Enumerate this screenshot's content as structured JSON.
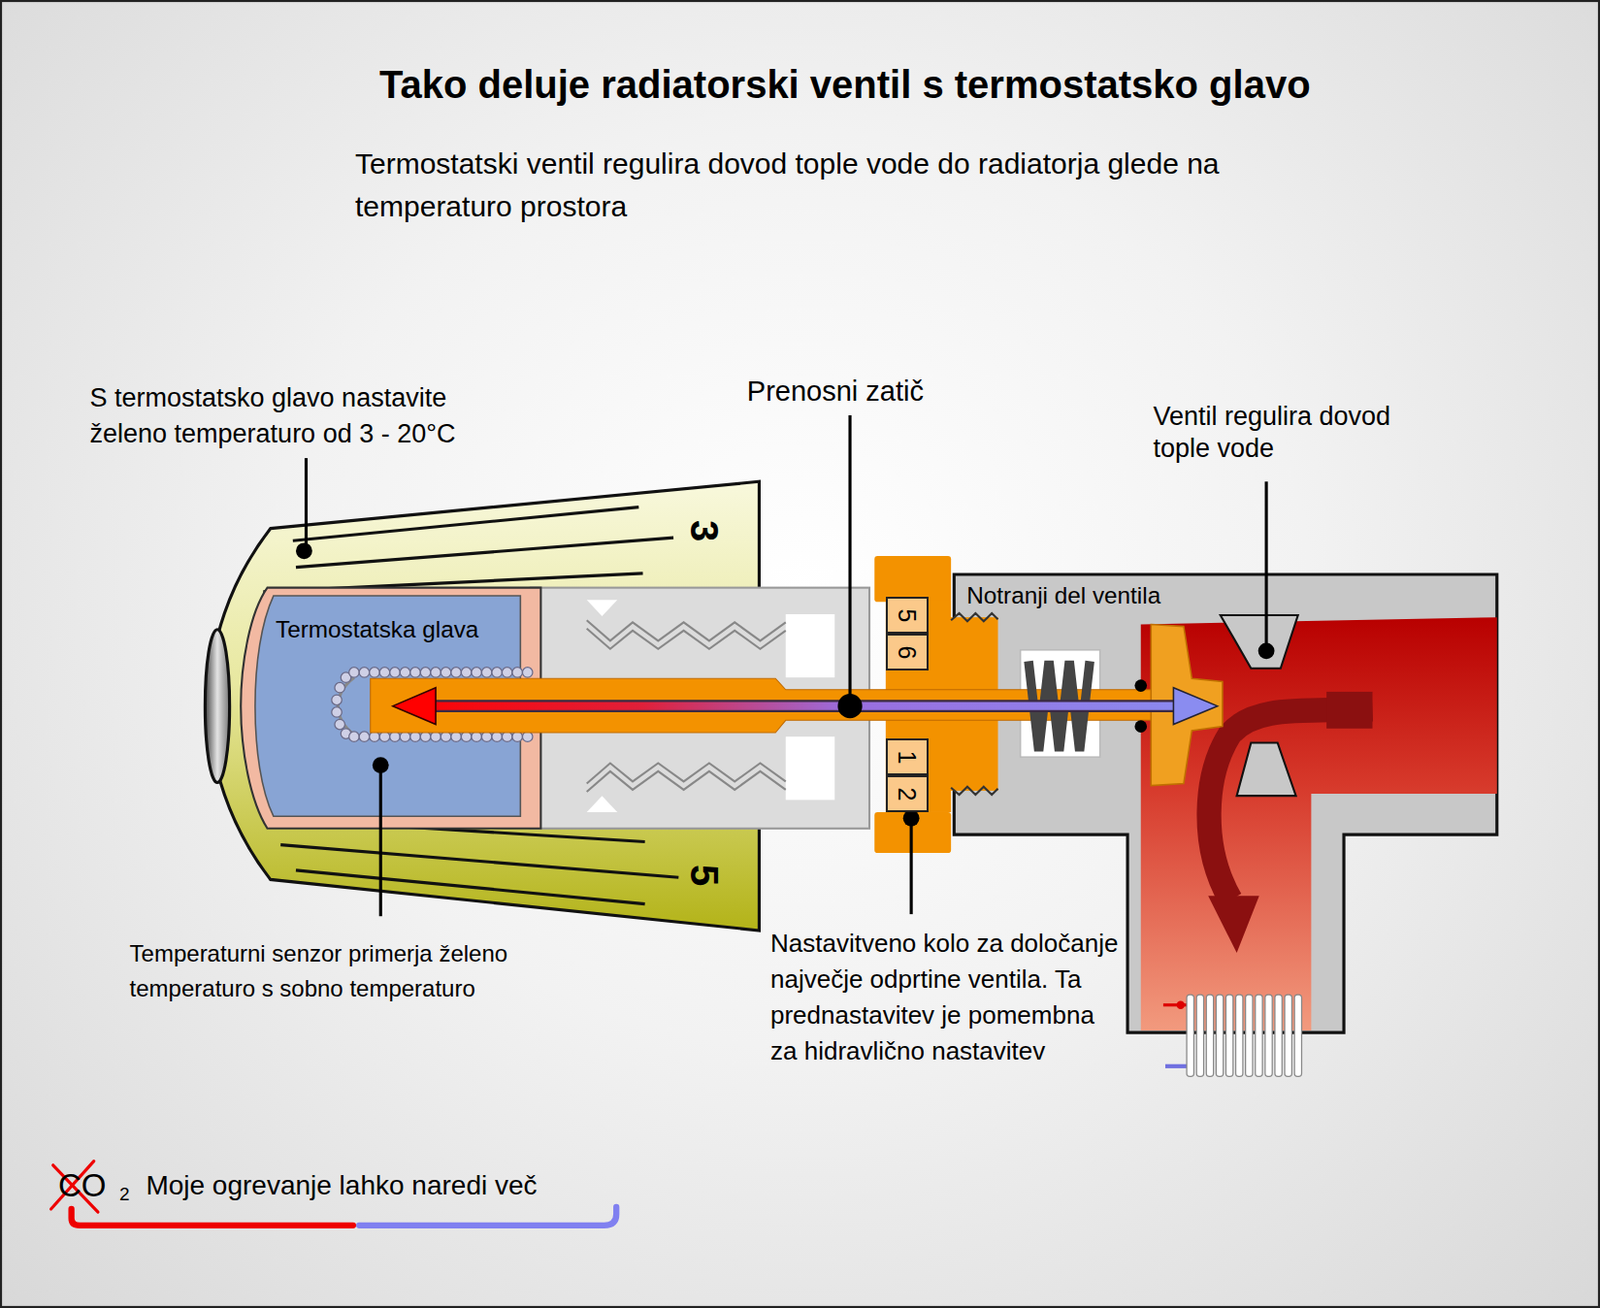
{
  "diagram": {
    "title": "Tako deluje radiatorski ventil s termostatsko glavo",
    "nodes": [
      {
        "text": [
          "Termostatska glava"
        ]
      },
      {
        "text": [
          "Notranji del ventila"
        ]
      },
      {
        "text": [
          "5"
        ]
      },
      {
        "text": [
          "6"
        ]
      },
      {
        "text": [
          "1"
        ]
      },
      {
        "text": [
          "2"
        ]
      }
    ],
    "labels": [
      "Termostatski ventil regulira dovod tople vode do radiatorja glede na temperaturo prostora",
      "S termostatsko glavo nastavite želeno temperaturo od 3 - 20°C",
      "3",
      "5",
      "Prenosni zatič",
      "Ventil regulira dovod tople vode",
      "Temperaturni senzor primerja želeno temperaturo s sobno temperaturo",
      "Nastavitveno kolo za določanje največje odprtine ventila. Ta prednastavitev je pomembna za hidravlično nastavitev",
      "CO",
      "2",
      "Moje ogrevanje lahko naredi več"
    ]
  }
}
